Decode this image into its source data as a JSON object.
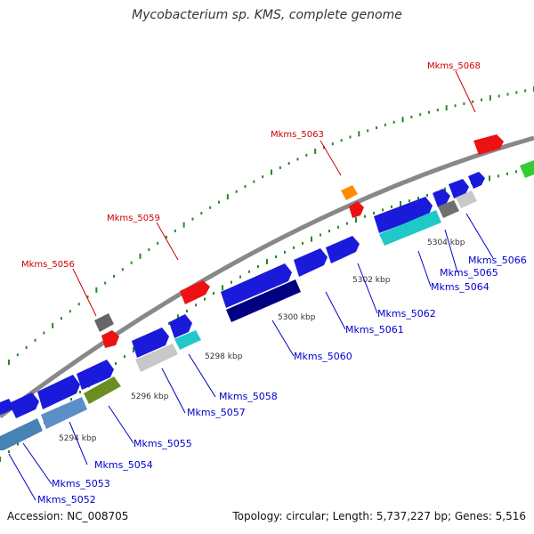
{
  "title": "Mycobacterium sp. KMS, complete genome",
  "footer": {
    "accession": "Accession: NC_008705",
    "summary": "Topology: circular; Length: 5,737,227 bp; Genes: 5,516"
  },
  "colors": {
    "backbone": "#888888",
    "dots": "#228B22",
    "label_red": "#cc0000",
    "label_blue": "#0000cc",
    "tick_label": "#333333"
  },
  "ticks": [
    "5294 kbp",
    "5296 kbp",
    "5298 kbp",
    "5300 kbp",
    "5302 kbp",
    "5304 kbp"
  ],
  "red_labels": [
    "Mkms_5056",
    "Mkms_5059",
    "Mkms_5063",
    "Mkms_5068"
  ],
  "blue_labels": [
    "Mkms_5052",
    "Mkms_5053",
    "Mkms_5054",
    "Mkms_5055",
    "Mkms_5057",
    "Mkms_5058",
    "Mkms_5060",
    "Mkms_5061",
    "Mkms_5062",
    "Mkms_5064",
    "Mkms_5065",
    "Mkms_5066"
  ]
}
